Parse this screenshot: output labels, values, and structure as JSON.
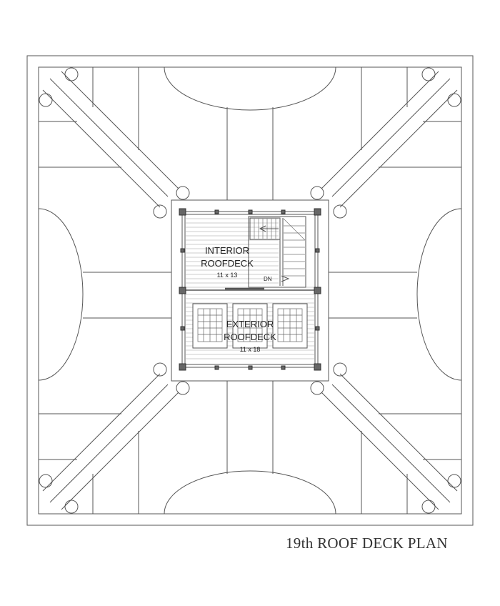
{
  "plan": {
    "title": "19th ROOF DECK PLAN",
    "interior": {
      "name_line1": "INTERIOR",
      "name_line2": "ROOFDECK",
      "size": "11 x 13"
    },
    "exterior": {
      "name_line1": "EXTERIOR",
      "name_line2": "ROOFDECK",
      "size": "11 x 18"
    },
    "stair_label": "DN"
  },
  "colors": {
    "line": "#555555",
    "light_line": "#9a9a9a",
    "post": "#666666"
  }
}
